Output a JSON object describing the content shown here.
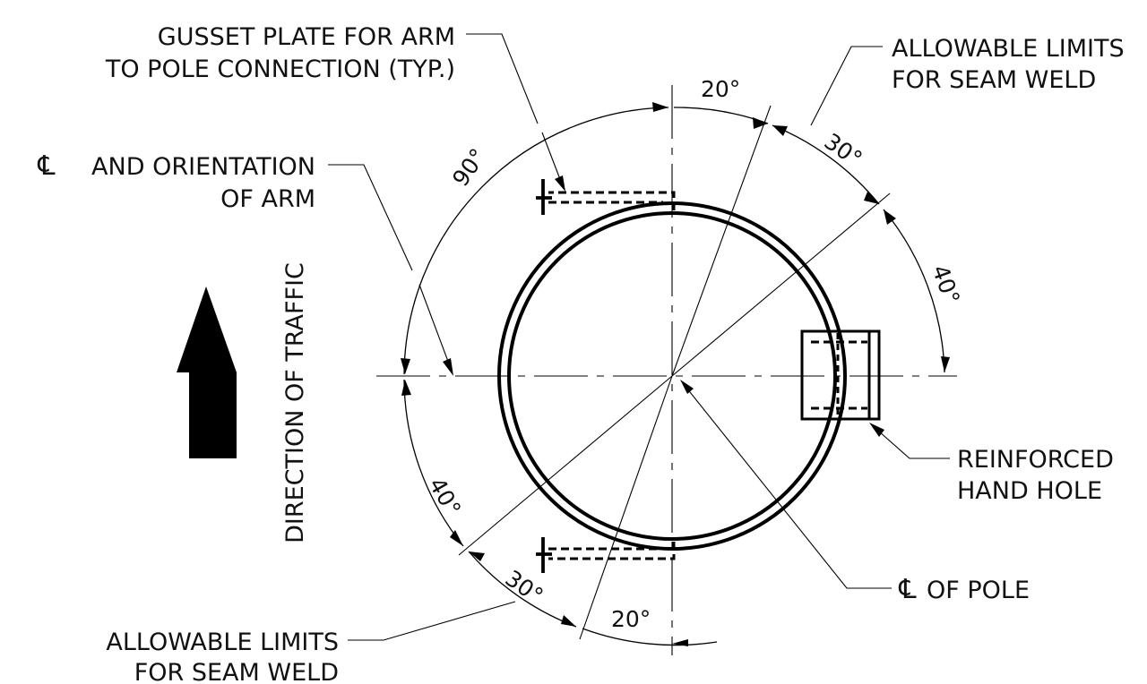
{
  "labels": {
    "gusset_line1": "GUSSET PLATE FOR ARM",
    "gusset_line2": "TO POLE CONNECTION (TYP.)",
    "cl_arm_symbol": "℄",
    "cl_arm_line1": "AND ORIENTATION",
    "cl_arm_line2": "OF ARM",
    "seam_top_line1": "ALLOWABLE LIMITS",
    "seam_top_line2": "FOR SEAM WELD",
    "direction": "DIRECTION OF TRAFFIC",
    "hand_hole_line1": "REINFORCED",
    "hand_hole_line2": "HAND HOLE",
    "cl_pole_symbol": "℄",
    "cl_pole_text": "OF POLE",
    "seam_bottom_line1": "ALLOWABLE LIMITS",
    "seam_bottom_line2": "FOR SEAM WELD"
  },
  "angles": {
    "top_20": "20°",
    "top_30": "30°",
    "right_40": "40°",
    "left_90": "90°",
    "left_40": "40°",
    "bottom_30": "30°",
    "bottom_20": "20°"
  }
}
